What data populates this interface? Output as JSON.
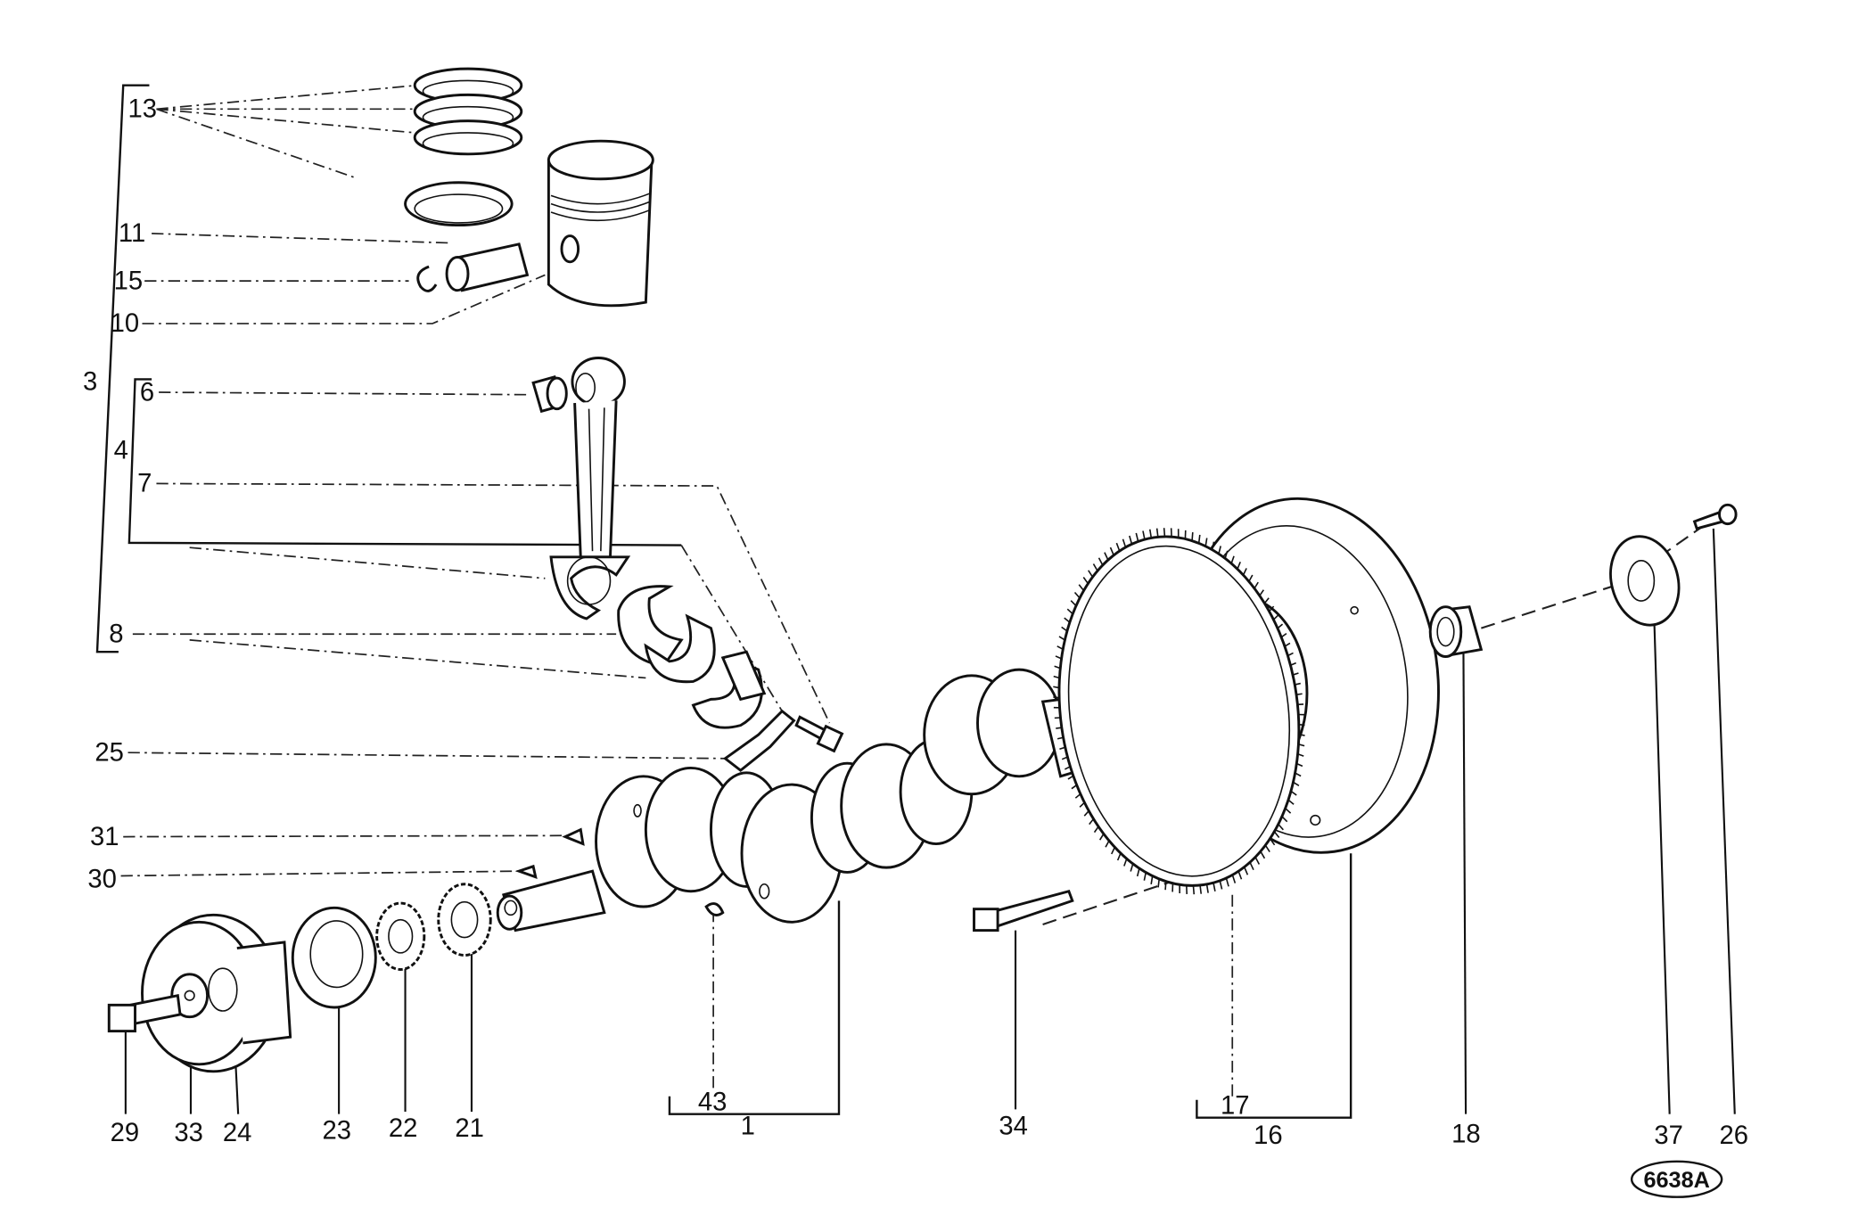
{
  "labels": {
    "p13": "13",
    "p11": "11",
    "p15": "15",
    "p10": "10",
    "p3": "3",
    "p6": "6",
    "p4": "4",
    "p7": "7",
    "p8": "8",
    "p25": "25",
    "p31": "31",
    "p30": "30",
    "p29": "29",
    "p33": "33",
    "p24": "24",
    "p23": "23",
    "p22": "22",
    "p21": "21",
    "p43": "43",
    "p1": "1",
    "p34": "34",
    "p17": "17",
    "p16": "16",
    "p18": "18",
    "p37": "37",
    "p26": "26"
  },
  "stamp": "6638A"
}
